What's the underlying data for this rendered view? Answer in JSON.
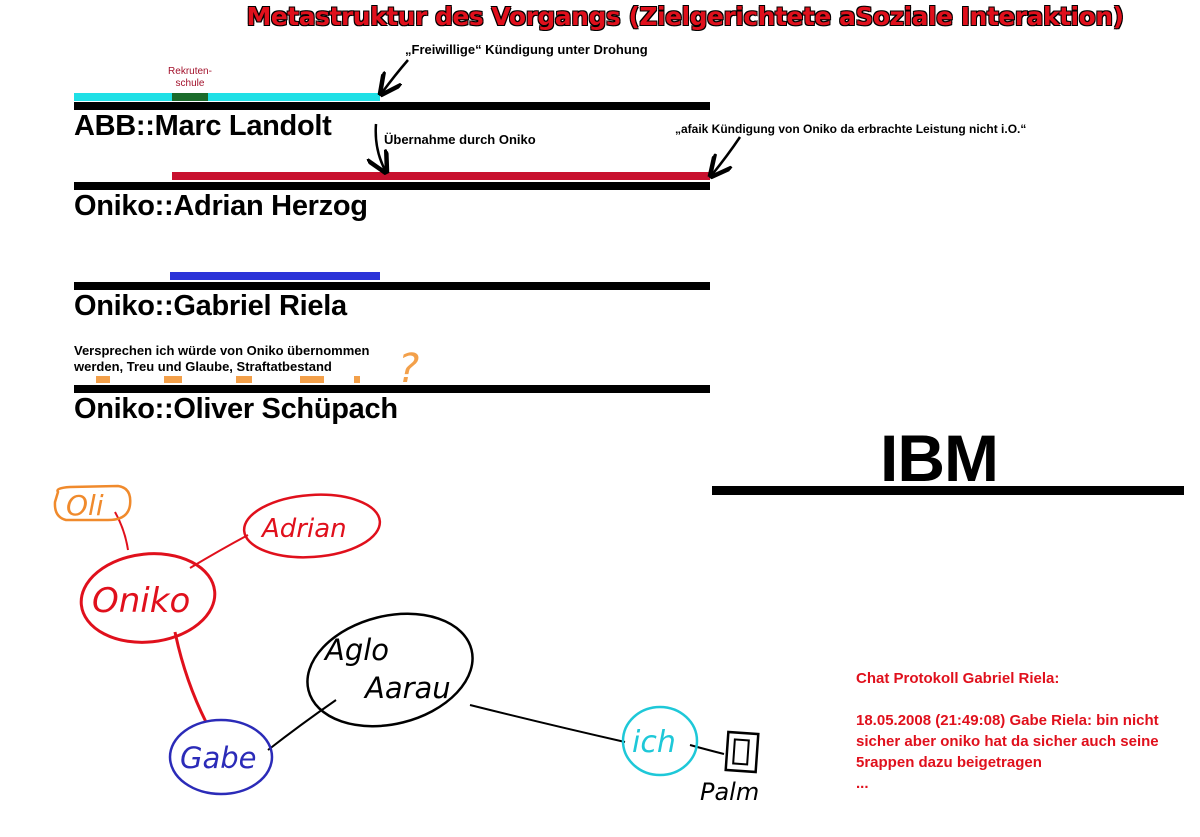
{
  "title": "Metastruktur des Vorgangs (Zielgerichtete aSoziale Interaktion)",
  "lanes": [
    {
      "name": "ABB::Marc Landolt"
    },
    {
      "name": "Oniko::Adrian Herzog"
    },
    {
      "name": "Oniko::Gabriel Riela"
    },
    {
      "name": "Oniko::Oliver Schüpach"
    }
  ],
  "annotations": {
    "rekruten": "Rekruten-",
    "schule": "schule",
    "freiwillige": "„Freiwillige“ Kündigung unter Drohung",
    "uebernahme": "Übernahme durch Oniko",
    "afaik": "„afaik Kündigung von Oniko da erbrachte Leistung nicht i.O.“",
    "versprechen_1": "Versprechen ich würde von Oniko übernommen",
    "versprechen_2": "werden, Treu und Glaube, Straftatbestand",
    "question": "?"
  },
  "ibm": "IBM",
  "network": {
    "nodes": [
      {
        "label": "Oli",
        "color": "#f08a2c"
      },
      {
        "label": "Adrian",
        "color": "#e0101c"
      },
      {
        "label": "Oniko",
        "color": "#e0101c"
      },
      {
        "label": "Gabe",
        "color": "#2b2bb8"
      },
      {
        "label": "Aglo",
        "color": "#000000"
      },
      {
        "label": "Aarau",
        "color": "#000000"
      },
      {
        "label": "ich",
        "color": "#1ec8d8"
      },
      {
        "label": "Palm",
        "color": "#000000"
      }
    ]
  },
  "chat": {
    "heading": "Chat Protokoll Gabriel Riela:",
    "line1": "18.05.2008 (21:49:08) Gabe Riela: bin nicht",
    "line2": "sicher aber oniko hat da sicher auch seine",
    "line3": "5rappen dazu beigetragen",
    "line4": "..."
  },
  "colors": {
    "title": "#e0101c",
    "cyan_bar": "#1fe0e6",
    "green_bar": "#1b6b2a",
    "red_bar": "#c8102e",
    "blue_bar": "#2b33d8",
    "orange_dash": "#f3a04a",
    "timeline": "#000000"
  }
}
